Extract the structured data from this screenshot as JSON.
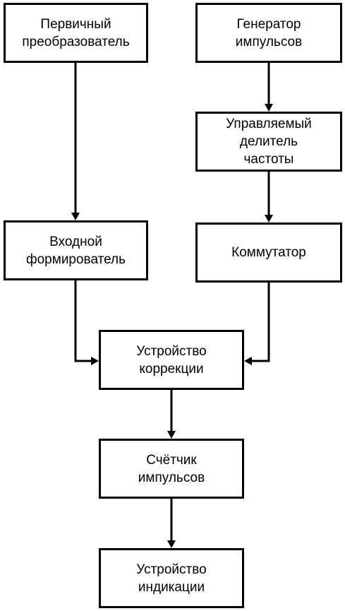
{
  "diagram": {
    "blocks": {
      "primary_converter": "Первичный\nпреобразователь",
      "pulse_generator": "Генератор\nимпульсов",
      "frequency_divider": "Управляемый\nделитель\nчастоты",
      "input_shaper": "Входной\nформирователь",
      "commutator": "Коммутатор",
      "correction_unit": "Устройство\nкоррекции",
      "pulse_counter": "Счётчик\nимпульсов",
      "display_unit": "Устройство\nиндикации"
    },
    "colors": {
      "line": "#000000",
      "background": "#ffffff"
    }
  }
}
